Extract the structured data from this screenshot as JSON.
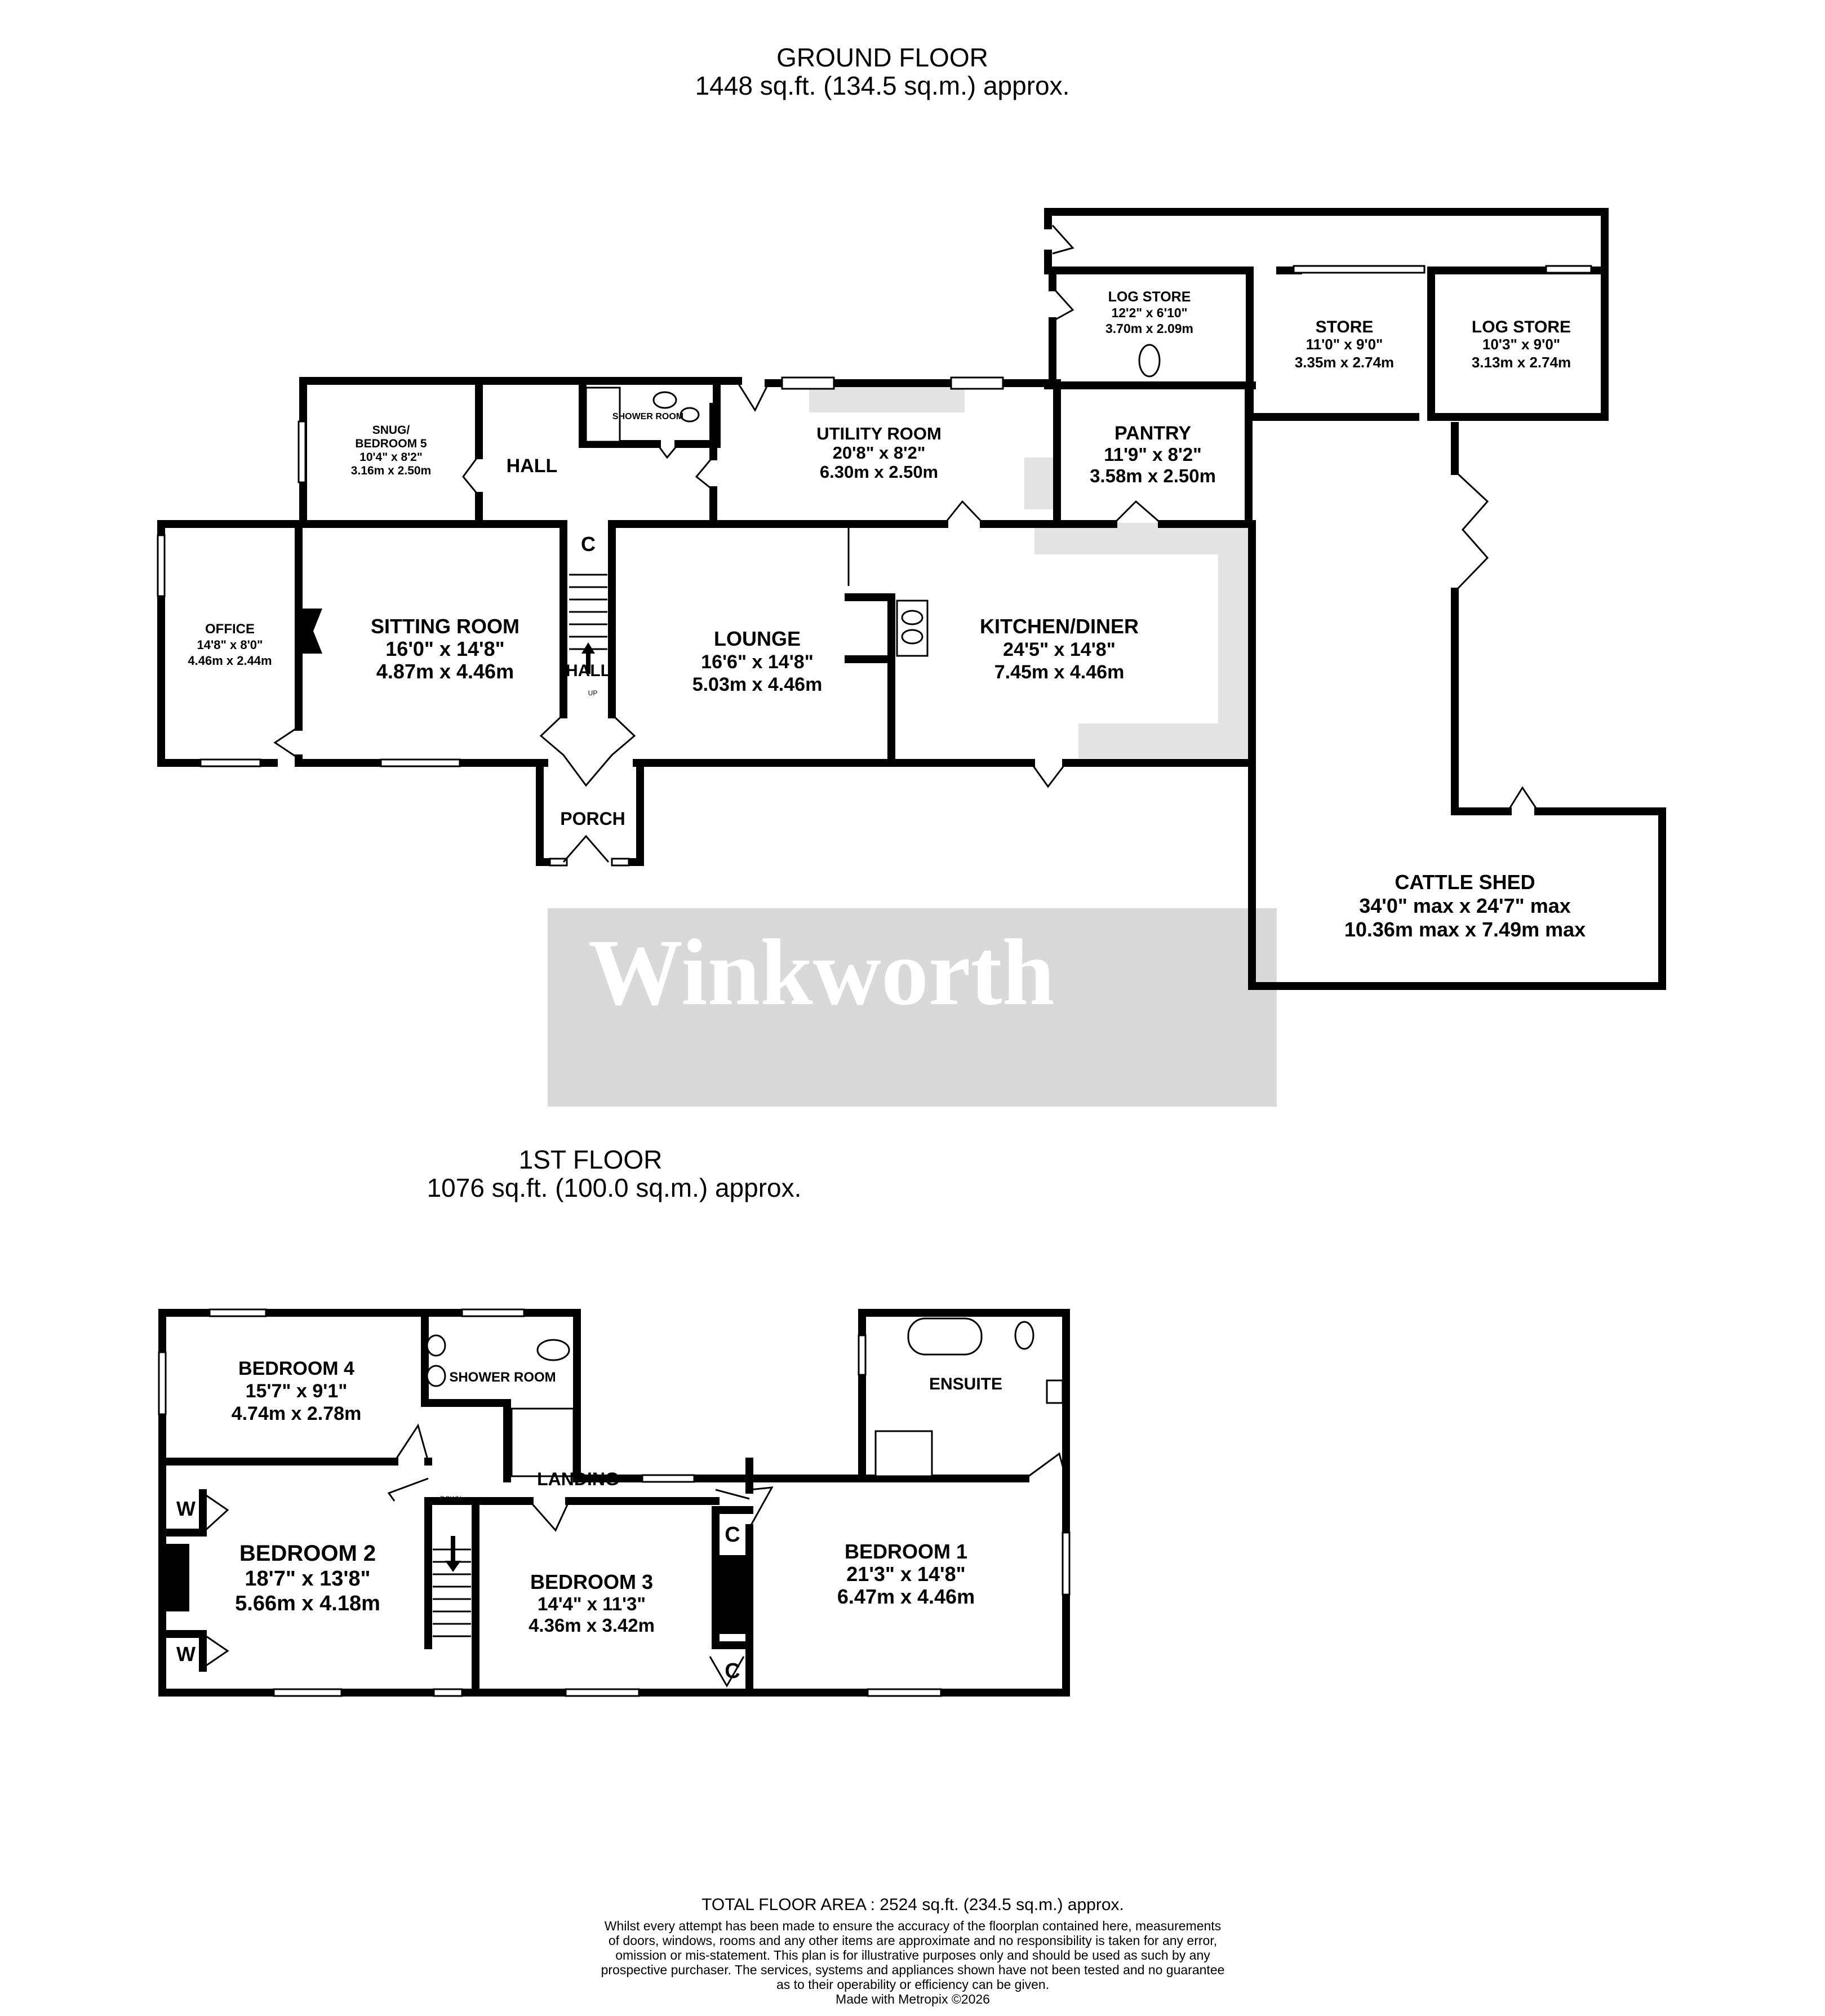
{
  "ground_floor": {
    "title": "GROUND FLOOR",
    "area": "1448 sq.ft. (134.5 sq.m.) approx.",
    "rooms": {
      "log_store_1": {
        "name": "LOG STORE",
        "imperial": "12'2\"  x 6'10\"",
        "metric": "3.70m  x 2.09m"
      },
      "store": {
        "name": "STORE",
        "imperial": "11'0\"  x 9'0\"",
        "metric": "3.35m  x 2.74m"
      },
      "log_store_2": {
        "name": "LOG STORE",
        "imperial": "10'3\"  x 9'0\"",
        "metric": "3.13m  x 2.74m"
      },
      "snug": {
        "name_line1": "SNUG/",
        "name_line2": "BEDROOM 5",
        "imperial": "10'4\"  x 8'2\"",
        "metric": "3.16m  x 2.50m"
      },
      "hall": {
        "name": "HALL"
      },
      "shower_room": {
        "name": "SHOWER ROOM"
      },
      "utility": {
        "name": "UTILITY ROOM",
        "imperial": "20'8\"  x 8'2\"",
        "metric": "6.30m  x 2.50m"
      },
      "pantry": {
        "name": "PANTRY",
        "imperial": "11'9\"  x 8'2\"",
        "metric": "3.58m  x 2.50m"
      },
      "office": {
        "name": "OFFICE",
        "imperial": "14'8\"  x 8'0\"",
        "metric": "4.46m  x 2.44m"
      },
      "sitting": {
        "name": "SITTING ROOM",
        "imperial": "16'0\"  x 14'8\"",
        "metric": "4.87m  x 4.46m"
      },
      "hall_stairs": {
        "name": "HALL",
        "cupboard": "C",
        "up": "UP"
      },
      "lounge": {
        "name": "LOUNGE",
        "imperial": "16'6\"  x 14'8\"",
        "metric": "5.03m  x 4.46m"
      },
      "kitchen": {
        "name": "KITCHEN/DINER",
        "imperial": "24'5\"  x 14'8\"",
        "metric": "7.45m  x 4.46m"
      },
      "porch": {
        "name": "PORCH"
      },
      "cattle_shed": {
        "name": "CATTLE SHED",
        "imperial": "34'0\" max x 24'7\" max",
        "metric": "10.36m max x 7.49m max"
      }
    }
  },
  "watermark": "Winkworth",
  "first_floor": {
    "title": "1ST FLOOR",
    "area": "1076 sq.ft. (100.0 sq.m.) approx.",
    "rooms": {
      "bedroom4": {
        "name": "BEDROOM 4",
        "imperial": "15'7\"  x 9'1\"",
        "metric": "4.74m  x 2.78m"
      },
      "shower_room": {
        "name": "SHOWER ROOM"
      },
      "ensuite": {
        "name": "ENSUITE"
      },
      "landing": {
        "name": "LANDING",
        "down": "DOWN"
      },
      "bedroom2": {
        "name": "BEDROOM 2",
        "imperial": "18'7\"  x 13'8\"",
        "metric": "5.66m  x 4.18m",
        "wardrobe": "W"
      },
      "bedroom3": {
        "name": "BEDROOM 3",
        "imperial": "14'4\"  x 11'3\"",
        "metric": "4.36m  x 3.42m"
      },
      "bedroom1": {
        "name": "BEDROOM 1",
        "imperial": "21'3\"  x 14'8\"",
        "metric": "6.47m  x 4.46m",
        "cupboard": "C"
      }
    }
  },
  "footer": {
    "total": "TOTAL FLOOR AREA : 2524 sq.ft. (234.5 sq.m.) approx.",
    "lines": [
      "Whilst every attempt has been made to ensure the accuracy of the floorplan contained here, measurements",
      "of doors, windows, rooms and any other items are approximate and no responsibility is taken for any error,",
      "omission or mis-statement. This plan is for illustrative purposes only and should be used as such by any",
      "prospective purchaser. The services, systems and appliances shown have not been tested and no guarantee",
      "as to their operability or efficiency can be given.",
      "Made with Metropix ©2026"
    ]
  },
  "colors": {
    "wall": "#000000",
    "shade": "#e3e3e3",
    "watermark_bg": "#d9d9d9",
    "watermark_text": "#ffffff"
  }
}
